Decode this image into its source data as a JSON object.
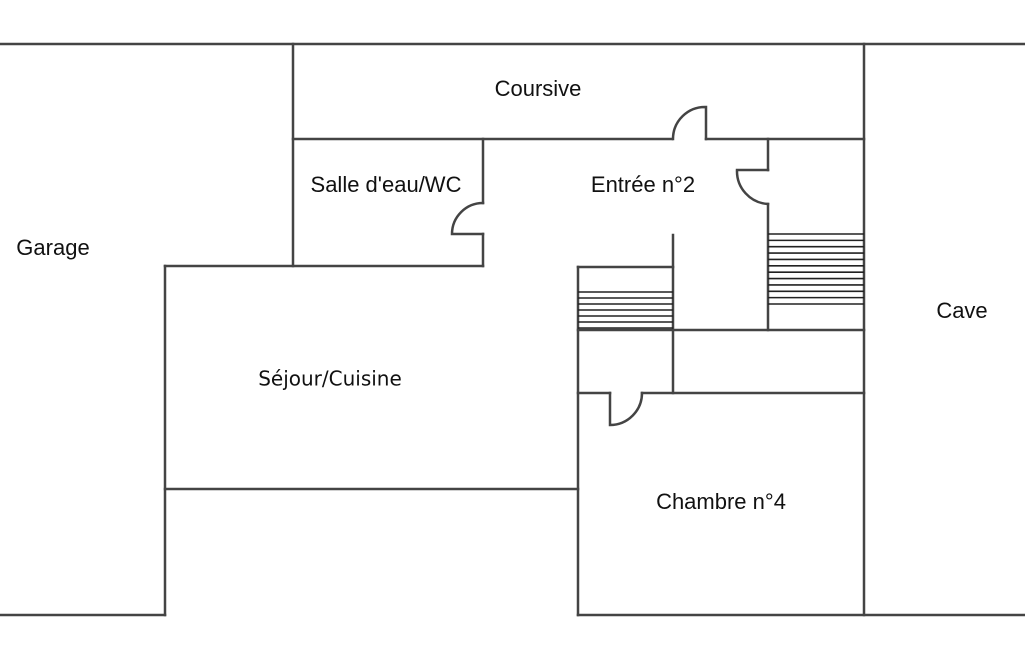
{
  "plan": {
    "rooms": {
      "coursive": "Coursive",
      "salle_eau": "Salle d'eau/WC",
      "entree": "Entrée n°2",
      "garage": "Garage",
      "cave": "Cave",
      "sejour": "Séjour/Cuisine",
      "chambre": "Chambre n°4"
    },
    "wall_color": "#444444"
  }
}
